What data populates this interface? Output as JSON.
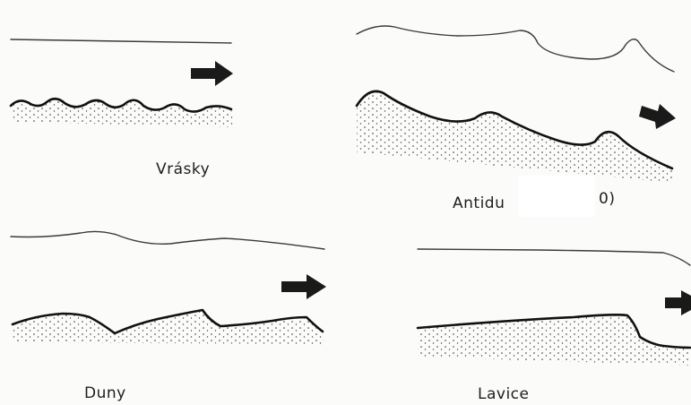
{
  "panels": {
    "ripples": {
      "label": "Vrásky"
    },
    "antidunes": {
      "label": "Antidu",
      "label_tail": "0)"
    },
    "dunes": {
      "label": "Duny"
    },
    "bars": {
      "label": "Lavice"
    }
  },
  "icons": {
    "flow_arrow": "right-arrow-icon"
  },
  "colors": {
    "ink": "#111111",
    "water_line": "#3a3a3a",
    "paper": "#fbfbfa"
  }
}
